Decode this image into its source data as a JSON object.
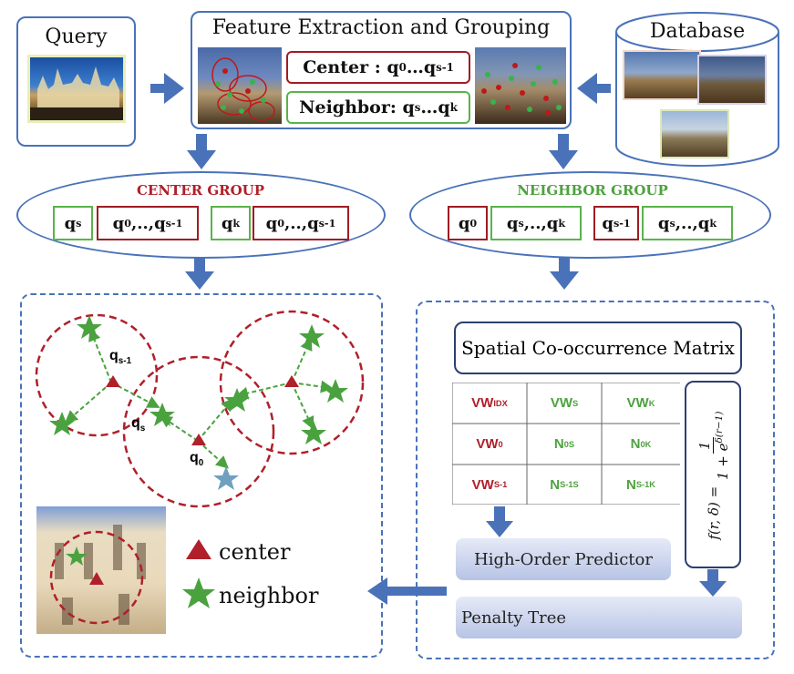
{
  "query": {
    "title": "Query"
  },
  "feature": {
    "title": "Feature Extraction and Grouping",
    "center_label": "Center : q",
    "center_sub0": "0",
    "center_mid": "…q",
    "center_sub1": "s-1",
    "neighbor_label": "Neighbor: q",
    "neighbor_sub0": "s",
    "neighbor_mid": "…q",
    "neighbor_sub1": "k"
  },
  "database": {
    "title": "Database"
  },
  "center_group": {
    "title": "CENTER GROUP",
    "items": [
      {
        "q": "q",
        "q_sub": "s",
        "list_a": "q",
        "list_a_sub": "0",
        "list_mid": ",..,q",
        "list_b_sub": "s-1"
      },
      {
        "q": "q",
        "q_sub": "k",
        "list_a": "q",
        "list_a_sub": "0",
        "list_mid": ",..,q",
        "list_b_sub": "s-1"
      }
    ]
  },
  "neighbor_group": {
    "title": "NEIGHBOR GROUP",
    "items": [
      {
        "q": "q",
        "q_sub": "0",
        "list_a": "q",
        "list_a_sub": "s",
        "list_mid": ",..,q",
        "list_b_sub": "k"
      },
      {
        "q": "q",
        "q_sub": "s-1",
        "list_a": "q",
        "list_a_sub": "s",
        "list_mid": ",..,q",
        "list_b_sub": "k"
      }
    ]
  },
  "graph": {
    "label_qs1": "q",
    "label_qs1_sub": "s-1",
    "label_qs": "q",
    "label_qs_sub": "s",
    "label_q0": "q",
    "label_q0_sub": "0"
  },
  "legend": {
    "center": "center",
    "neighbor": "neighbor"
  },
  "matrix": {
    "title": "Spatial Co-occurrence Matrix",
    "cells": [
      [
        {
          "t": "VW",
          "s": "IDX",
          "c": "red"
        },
        {
          "t": "VW",
          "s": "S",
          "c": "green"
        },
        {
          "t": "VW",
          "s": "K",
          "c": "green"
        }
      ],
      [
        {
          "t": "VW",
          "s": "0",
          "c": "red"
        },
        {
          "t": "N",
          "s": "0S",
          "c": "green"
        },
        {
          "t": "N",
          "s": "0K",
          "c": "green"
        }
      ],
      [
        {
          "t": "VW",
          "s": "S-1",
          "c": "red"
        },
        {
          "t": "N",
          "s": "S-1S",
          "c": "green"
        },
        {
          "t": "N",
          "s": "S-1K",
          "c": "green"
        }
      ]
    ]
  },
  "formula": {
    "lhs": "f(r, δ) =",
    "num": "1",
    "den": "1 + e",
    "exp": "δ(r−1)"
  },
  "predictor": {
    "label": "High-Order Predictor"
  },
  "penalty": {
    "label": "Penalty Tree"
  },
  "colors": {
    "accent_blue": "#4a72b8",
    "center_red": "#a01c24",
    "neighbor_green": "#5ab34a"
  }
}
